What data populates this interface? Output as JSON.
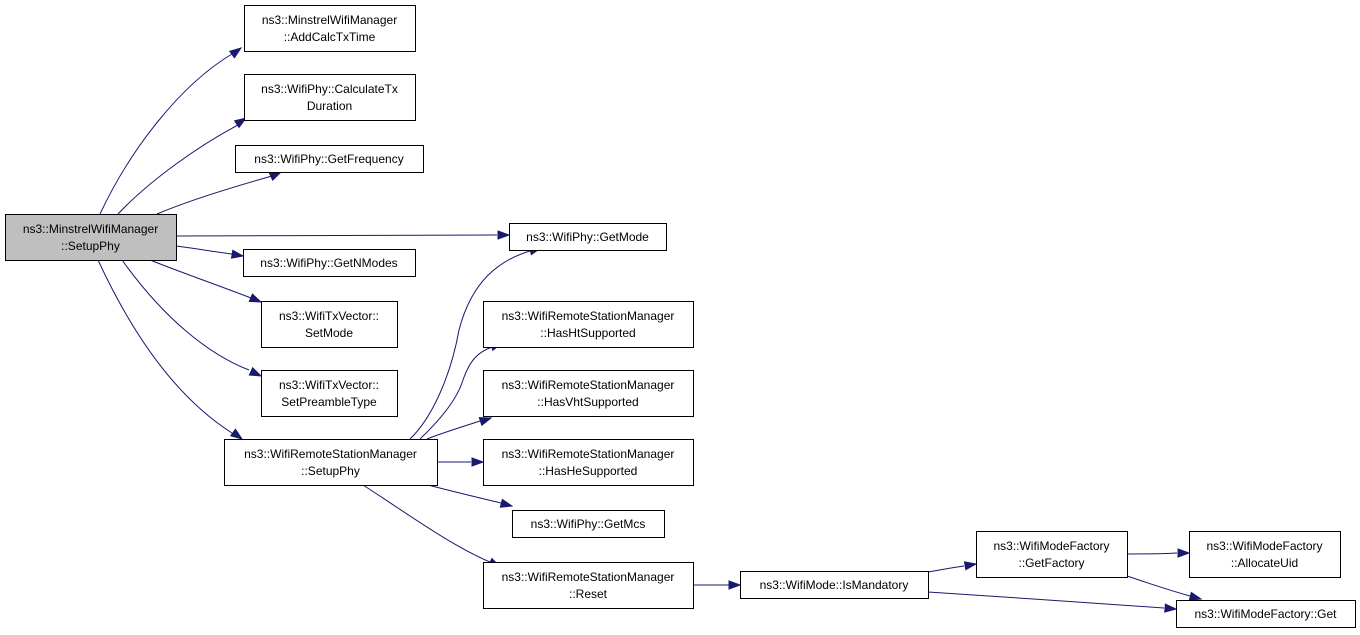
{
  "graph": {
    "edge_color": "#191970",
    "root_fill": "#bfbfbf",
    "nodes": {
      "minstrel_setup_phy": {
        "lines": [
          "ns3::MinstrelWifiManager",
          "::SetupPhy"
        ],
        "root": true
      },
      "minstrel_add_calc_tx_time": {
        "lines": [
          "ns3::MinstrelWifiManager",
          "::AddCalcTxTime"
        ]
      },
      "wifiphy_calculate_tx_duration": {
        "lines": [
          "ns3::WifiPhy::CalculateTx",
          "Duration"
        ]
      },
      "wifiphy_get_frequency": {
        "lines": [
          "ns3::WifiPhy::GetFrequency"
        ]
      },
      "wifiphy_get_n_modes": {
        "lines": [
          "ns3::WifiPhy::GetNModes"
        ]
      },
      "wifitxvector_set_mode": {
        "lines": [
          "ns3::WifiTxVector::",
          "SetMode"
        ]
      },
      "wifitxvector_set_preamble_type": {
        "lines": [
          "ns3::WifiTxVector::",
          "SetPreambleType"
        ]
      },
      "remote_station_setup_phy": {
        "lines": [
          "ns3::WifiRemoteStationManager",
          "::SetupPhy"
        ]
      },
      "wifiphy_get_mode": {
        "lines": [
          "ns3::WifiPhy::GetMode"
        ]
      },
      "remote_station_has_ht": {
        "lines": [
          "ns3::WifiRemoteStationManager",
          "::HasHtSupported"
        ]
      },
      "remote_station_has_vht": {
        "lines": [
          "ns3::WifiRemoteStationManager",
          "::HasVhtSupported"
        ]
      },
      "remote_station_has_he": {
        "lines": [
          "ns3::WifiRemoteStationManager",
          "::HasHeSupported"
        ]
      },
      "wifiphy_get_mcs": {
        "lines": [
          "ns3::WifiPhy::GetMcs"
        ]
      },
      "remote_station_reset": {
        "lines": [
          "ns3::WifiRemoteStationManager",
          "::Reset"
        ]
      },
      "wifimode_is_mandatory": {
        "lines": [
          "ns3::WifiMode::IsMandatory"
        ]
      },
      "modefactory_get_factory": {
        "lines": [
          "ns3::WifiModeFactory",
          "::GetFactory"
        ]
      },
      "modefactory_allocate_uid": {
        "lines": [
          "ns3::WifiModeFactory",
          "::AllocateUid"
        ]
      },
      "modefactory_get": {
        "lines": [
          "ns3::WifiModeFactory::Get"
        ]
      }
    },
    "edges": [
      {
        "from": "minstrel_setup_phy",
        "to": "minstrel_add_calc_tx_time"
      },
      {
        "from": "minstrel_setup_phy",
        "to": "wifiphy_calculate_tx_duration"
      },
      {
        "from": "minstrel_setup_phy",
        "to": "wifiphy_get_frequency"
      },
      {
        "from": "minstrel_setup_phy",
        "to": "wifiphy_get_mode"
      },
      {
        "from": "minstrel_setup_phy",
        "to": "wifiphy_get_n_modes"
      },
      {
        "from": "minstrel_setup_phy",
        "to": "wifitxvector_set_mode"
      },
      {
        "from": "minstrel_setup_phy",
        "to": "wifitxvector_set_preamble_type"
      },
      {
        "from": "minstrel_setup_phy",
        "to": "remote_station_setup_phy"
      },
      {
        "from": "remote_station_setup_phy",
        "to": "wifiphy_get_mode"
      },
      {
        "from": "remote_station_setup_phy",
        "to": "remote_station_has_ht"
      },
      {
        "from": "remote_station_setup_phy",
        "to": "remote_station_has_vht"
      },
      {
        "from": "remote_station_setup_phy",
        "to": "remote_station_has_he"
      },
      {
        "from": "remote_station_setup_phy",
        "to": "wifiphy_get_mcs"
      },
      {
        "from": "remote_station_setup_phy",
        "to": "remote_station_reset"
      },
      {
        "from": "remote_station_reset",
        "to": "wifimode_is_mandatory"
      },
      {
        "from": "wifimode_is_mandatory",
        "to": "modefactory_get_factory"
      },
      {
        "from": "wifimode_is_mandatory",
        "to": "modefactory_get"
      },
      {
        "from": "modefactory_get_factory",
        "to": "modefactory_allocate_uid"
      },
      {
        "from": "modefactory_get_factory",
        "to": "modefactory_get"
      }
    ]
  }
}
